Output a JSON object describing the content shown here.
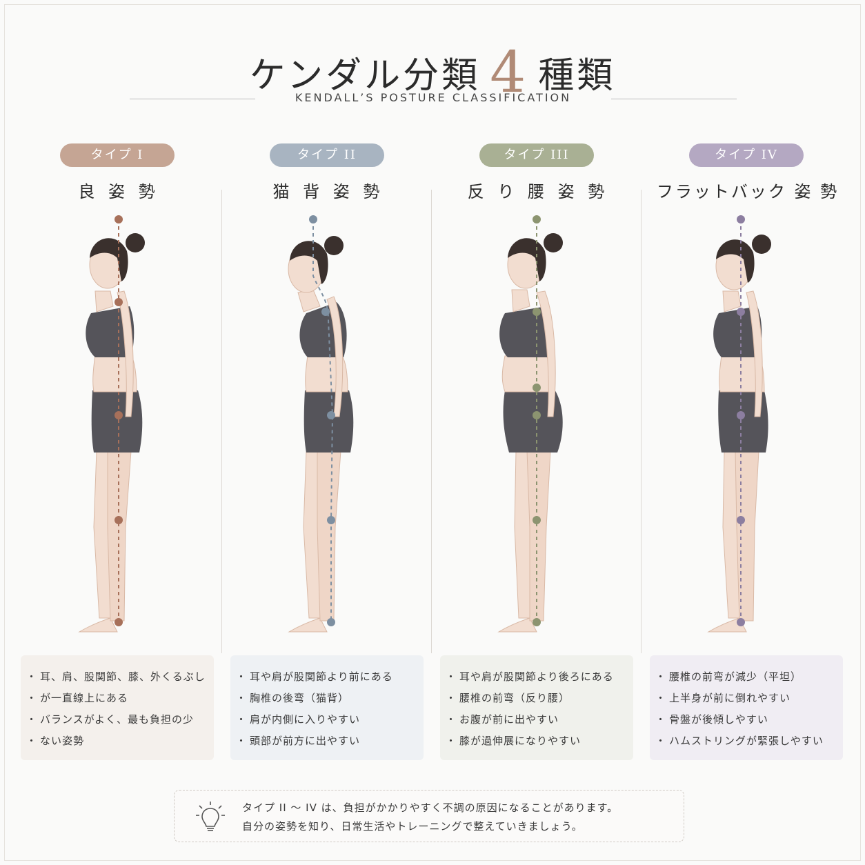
{
  "title": {
    "prefix": "ケンダル分類",
    "number": "4",
    "suffix": "種類"
  },
  "subtitle": "KENDALL’S POSTURE CLASSIFICATION",
  "colors": {
    "type1": "#c5a594",
    "type1_dot": "#a7705a",
    "type1_bg": "#f4f0ec",
    "type2": "#a8b4c1",
    "type2_dot": "#7d8fa1",
    "type2_bg": "#eef1f4",
    "type3": "#a9b094",
    "type3_dot": "#8c9470",
    "type3_bg": "#f0f1ec",
    "type4": "#b4a8c2",
    "type4_dot": "#8c7ea0",
    "type4_bg": "#f0edf3",
    "skin": "#f2ddd0",
    "cloth": "#55545a",
    "hair": "#3a302d"
  },
  "types": [
    {
      "label": "タイプ I",
      "name": "良 姿 勢",
      "points": [
        "耳、肩、股関節、膝、外くるぶし",
        "が一直線上にある",
        "バランスがよく、最も負担の少",
        "ない姿勢"
      ]
    },
    {
      "label": "タイプ II",
      "name": "猫 背 姿 勢",
      "points": [
        "耳や肩が股関節より前にある",
        "胸椎の後弯（猫背）",
        "肩が内側に入りやすい",
        "頭部が前方に出やすい"
      ]
    },
    {
      "label": "タイプ III",
      "name": "反 り 腰 姿 勢",
      "points": [
        "耳や肩が股関節より後ろにある",
        "腰椎の前弯（反り腰）",
        "お腹が前に出やすい",
        "膝が過伸展になりやすい"
      ]
    },
    {
      "label": "タイプ IV",
      "name": "フラットバック 姿 勢",
      "points": [
        "腰椎の前弯が減少（平坦）",
        "上半身が前に倒れやすい",
        "骨盤が後傾しやすい",
        "ハムストリングが緊張しやすい"
      ]
    }
  ],
  "note": {
    "icon": "lightbulb-icon",
    "line1": "タイプ II 〜 IV は、負担がかかりやすく不調の原因になることがあります。",
    "line2": "自分の姿勢を知り、日常生活やトレーニングで整えていきましょう。"
  }
}
